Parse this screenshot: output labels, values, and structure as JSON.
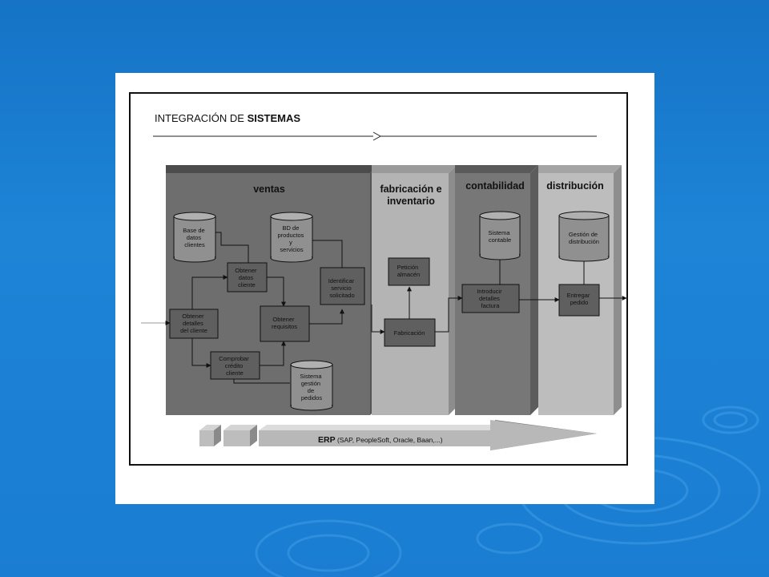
{
  "diagram": {
    "title_normal": "INTEGRACIÓN DE ",
    "title_bold": "SISTEMAS",
    "columns": {
      "ventas": "ventas",
      "fabricacion_line1": "fabricación e",
      "fabricacion_line2": "inventario",
      "contabilidad": "contabilidad",
      "distribucion": "distribución"
    },
    "databases": {
      "clientes": [
        "Base de",
        "datos",
        "clientes"
      ],
      "productos": [
        "BD de",
        "productos",
        "y",
        "servicios"
      ],
      "pedidos": [
        "Sistema",
        "gestión",
        "de",
        "pedidos"
      ],
      "contable": [
        "Sistema",
        "contable"
      ],
      "distribucion": [
        "Gestión de",
        "distribución"
      ]
    },
    "processes": {
      "obtener_detalles": [
        "Obtener",
        "detalles",
        "del cliente"
      ],
      "obtener_datos": [
        "Obtener",
        "datos",
        "cliente"
      ],
      "obtener_requisitos": [
        "Obtener",
        "requisitos"
      ],
      "comprobar_credito": [
        "Comprobar",
        "crédito",
        "cliente"
      ],
      "identificar_servicio": [
        "Identificar",
        "servicio",
        "solicitado"
      ],
      "peticion_almacen": [
        "Petición",
        "almacén"
      ],
      "fabricacion": [
        "Fabricación"
      ],
      "introducir_detalles": [
        "Introducir",
        "detalles",
        "factura"
      ],
      "entregar_pedido": [
        "Entregar",
        "pedido"
      ]
    },
    "erp_label": "ERP",
    "erp_detail": " (SAP, PeopleSoft, Oracle, Baan,...)"
  },
  "colors": {
    "background": "#1a7dd2",
    "ventas": "#6e6e6e",
    "fabricacion": "#b4b4b4",
    "contabilidad": "#777777",
    "distribucion": "#bdbdbd",
    "box": "#5f5f5f",
    "db": "#909090"
  }
}
